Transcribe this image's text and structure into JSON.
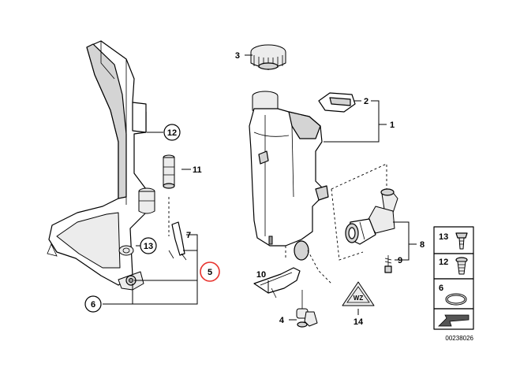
{
  "diagram": {
    "catalog_number": "00238026",
    "labels": {
      "l1": "1",
      "l2": "2",
      "l3": "3",
      "l4": "4",
      "l5": "5",
      "l6": "6",
      "l7": "7",
      "l8": "8",
      "l9": "9",
      "l10": "10",
      "l11": "11",
      "l12": "12",
      "l13": "13",
      "l14": "14"
    },
    "legend": {
      "l13": "13",
      "l12": "12",
      "l6": "6"
    },
    "warning_label_text": "WZ",
    "highlight_color": "#e8322d"
  }
}
